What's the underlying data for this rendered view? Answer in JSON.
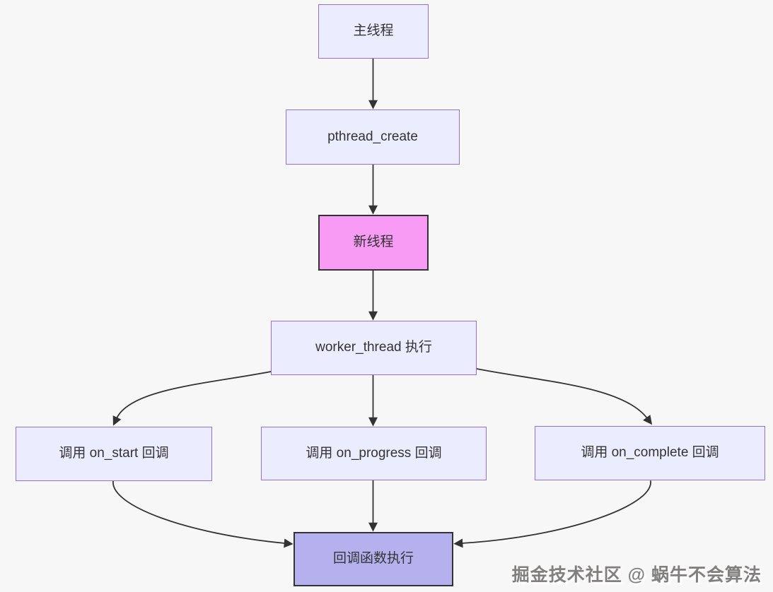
{
  "diagram": {
    "nodes": {
      "main_thread": {
        "label": "主线程"
      },
      "pthread_create": {
        "label": "pthread_create"
      },
      "new_thread": {
        "label": "新线程"
      },
      "worker_thread": {
        "label": "worker_thread 执行"
      },
      "on_start": {
        "label": "调用 on_start 回调"
      },
      "on_progress": {
        "label": "调用 on_progress 回调"
      },
      "on_complete": {
        "label": "调用 on_complete 回调"
      },
      "callback_exec": {
        "label": "回调函数执行"
      }
    },
    "edges": [
      {
        "from": "main_thread",
        "to": "pthread_create"
      },
      {
        "from": "pthread_create",
        "to": "new_thread"
      },
      {
        "from": "new_thread",
        "to": "worker_thread"
      },
      {
        "from": "worker_thread",
        "to": "on_start"
      },
      {
        "from": "worker_thread",
        "to": "on_progress"
      },
      {
        "from": "worker_thread",
        "to": "on_complete"
      },
      {
        "from": "on_start",
        "to": "callback_exec"
      },
      {
        "from": "on_progress",
        "to": "callback_exec"
      },
      {
        "from": "on_complete",
        "to": "callback_exec"
      }
    ],
    "colors": {
      "background": "#f7f7f8",
      "node_fill": "#ececff",
      "node_border": "#9370db",
      "highlight_fill": "#f89bf4",
      "highlight_border": "#333333",
      "final_fill": "#b5b1ee",
      "final_border": "#333333",
      "edge": "#333333",
      "text": "#333333"
    }
  },
  "watermark": {
    "text": "掘金技术社区 @ 蜗牛不会算法"
  }
}
